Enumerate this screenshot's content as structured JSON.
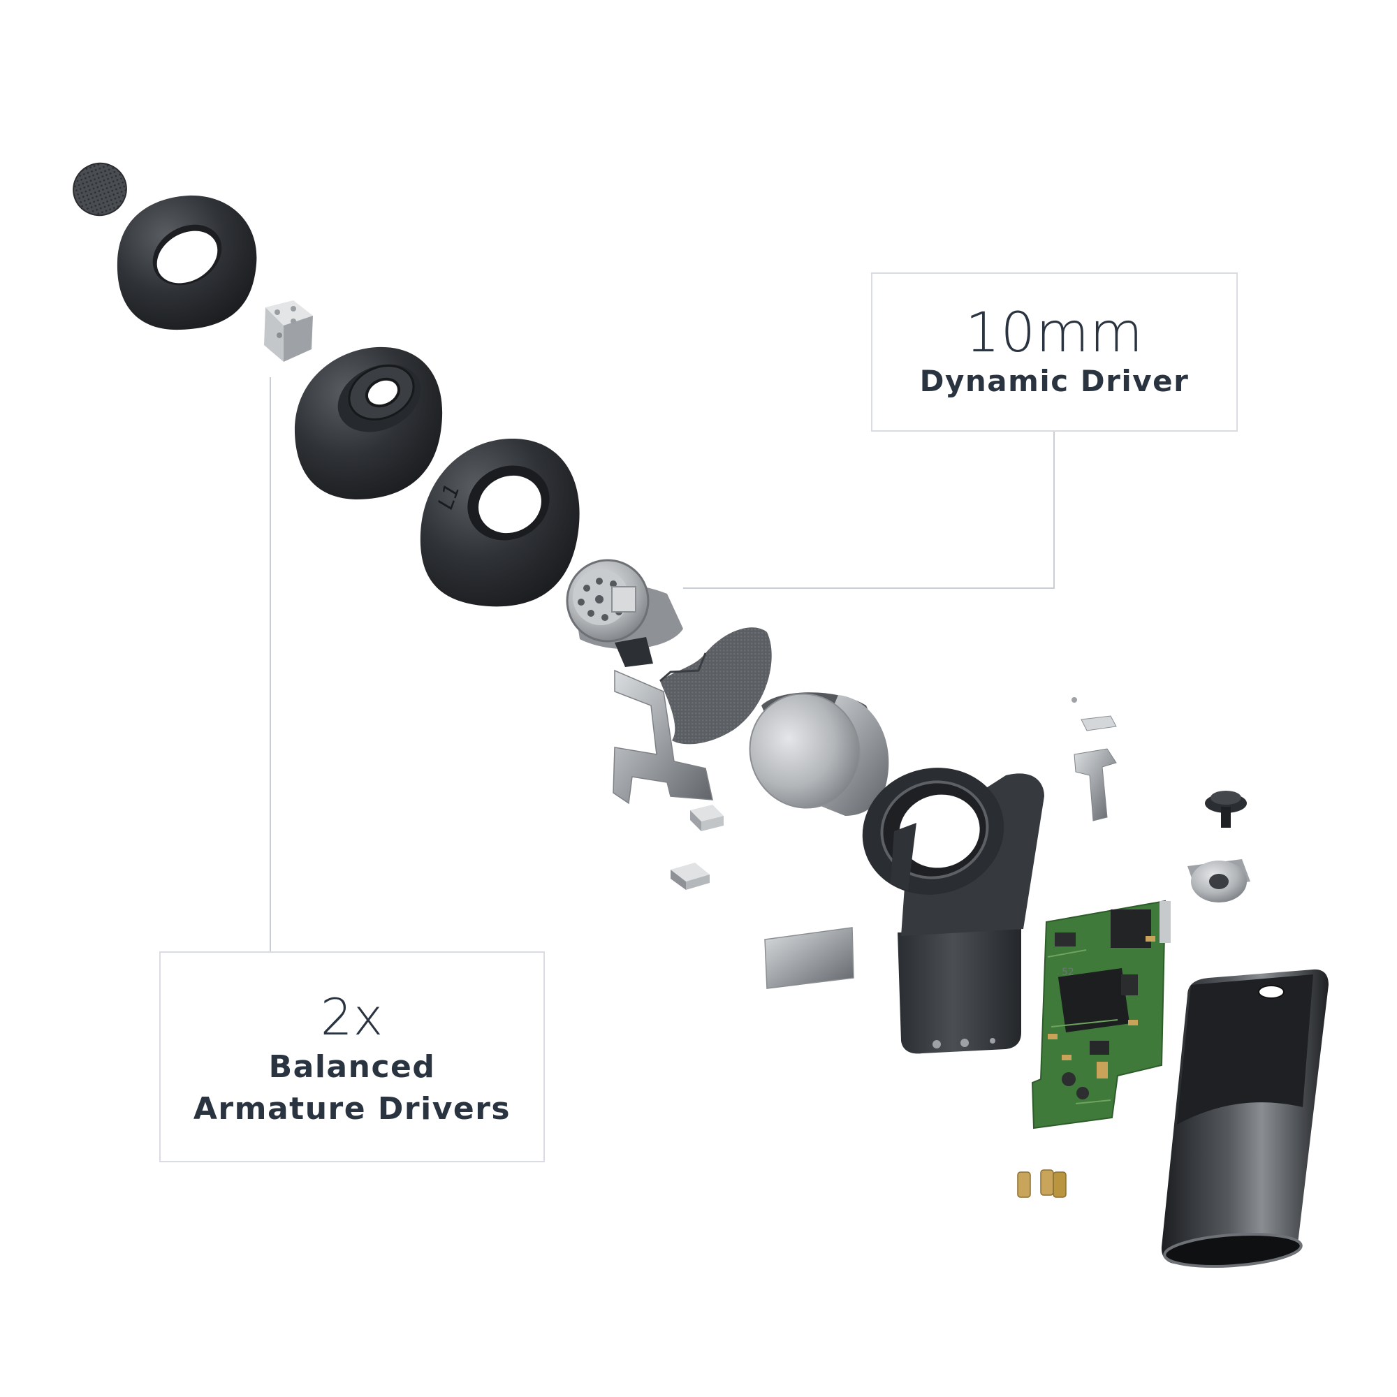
{
  "callouts": {
    "dynamic_driver": {
      "value": "10mm",
      "label": "Dynamic Driver"
    },
    "balanced_armature": {
      "value": "2x",
      "label_line1": "Balanced",
      "label_line2": "Armature Drivers"
    }
  },
  "component_markings": {
    "ear_tip": "L1",
    "chip": "52"
  },
  "colors": {
    "background": "#ffffff",
    "callout_border": "#d9dde3",
    "leader_line": "#c9ced6",
    "callout_text": "#2a3340",
    "rubber": "#2b2e32",
    "metal": "#b9bcbf",
    "pcb": "#3f7a3a"
  }
}
